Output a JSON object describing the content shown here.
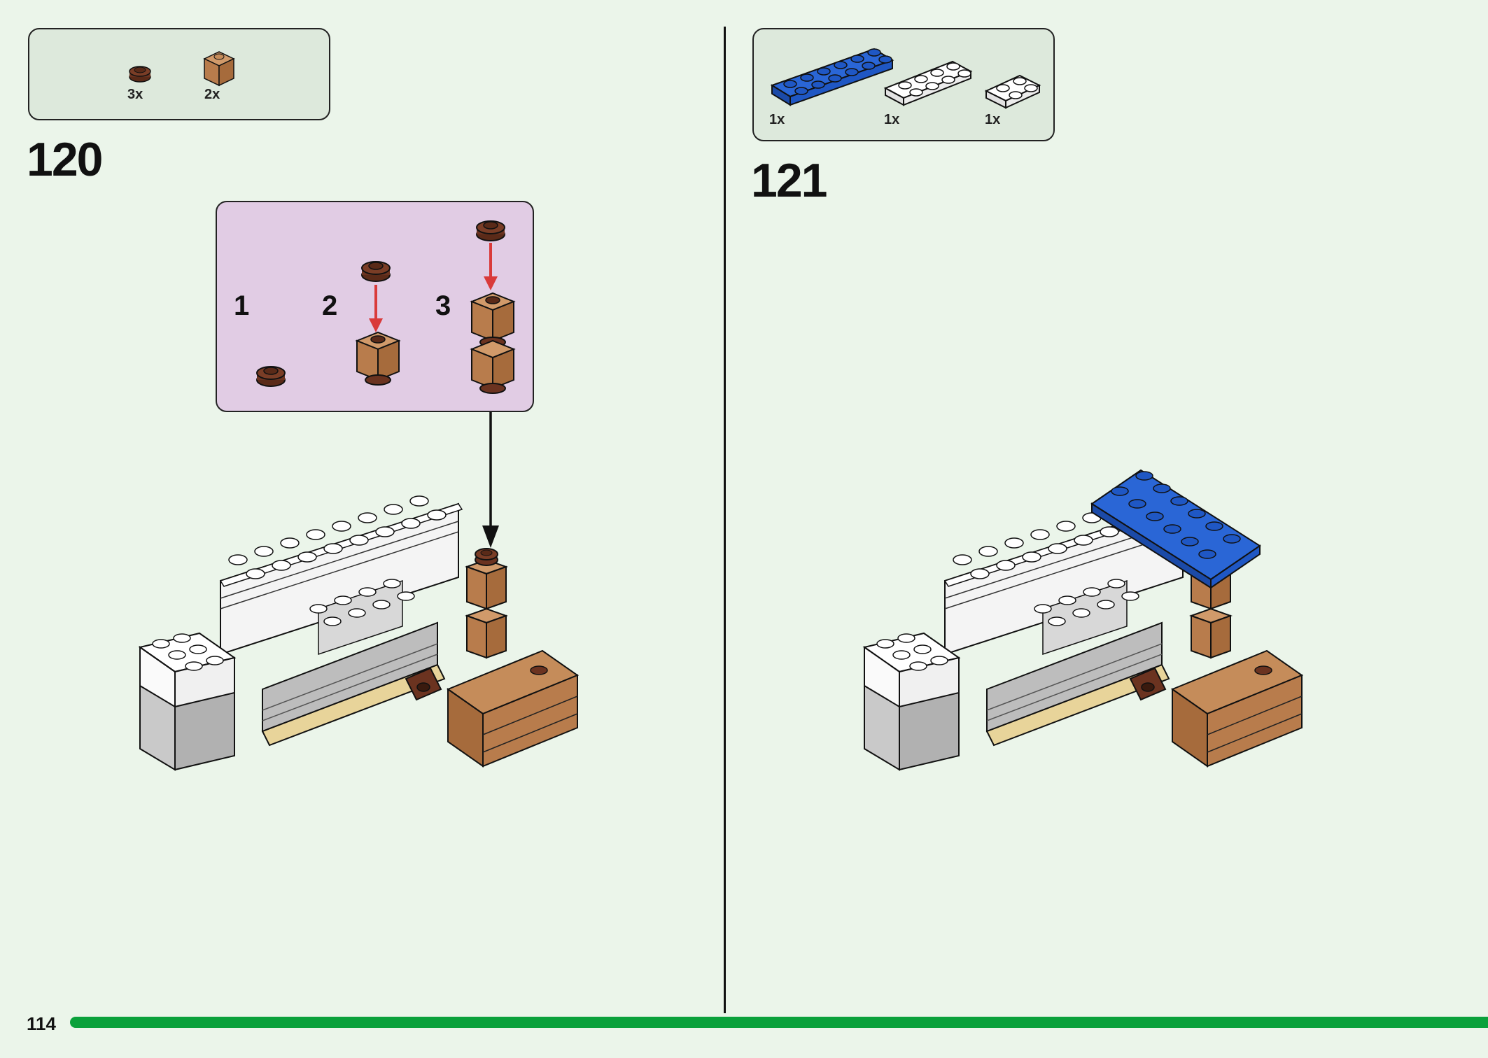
{
  "page": {
    "number": "114"
  },
  "steps": [
    {
      "number": "120",
      "parts": [
        {
          "qty": "3x",
          "icon": "round-plate-dark-brown-icon"
        },
        {
          "qty": "2x",
          "icon": "brick-1x1-medium-tan-icon"
        }
      ],
      "substeps": [
        "1",
        "2",
        "3"
      ]
    },
    {
      "number": "121",
      "parts": [
        {
          "qty": "1x",
          "icon": "plate-2x6-blue-icon"
        },
        {
          "qty": "1x",
          "icon": "plate-2x4-white-icon"
        },
        {
          "qty": "1x",
          "icon": "plate-2x2-white-icon"
        }
      ]
    }
  ],
  "colors": {
    "background": "#ebf5ea",
    "parts_box": "#dde9dc",
    "substep_box": "#e1cce4",
    "progress_bar": "#0aa13b",
    "dark_brown": "#6b3320",
    "medium_tan": "#b87c4c",
    "blue": "#1f57c4",
    "arrow_red": "#d93a3a"
  }
}
